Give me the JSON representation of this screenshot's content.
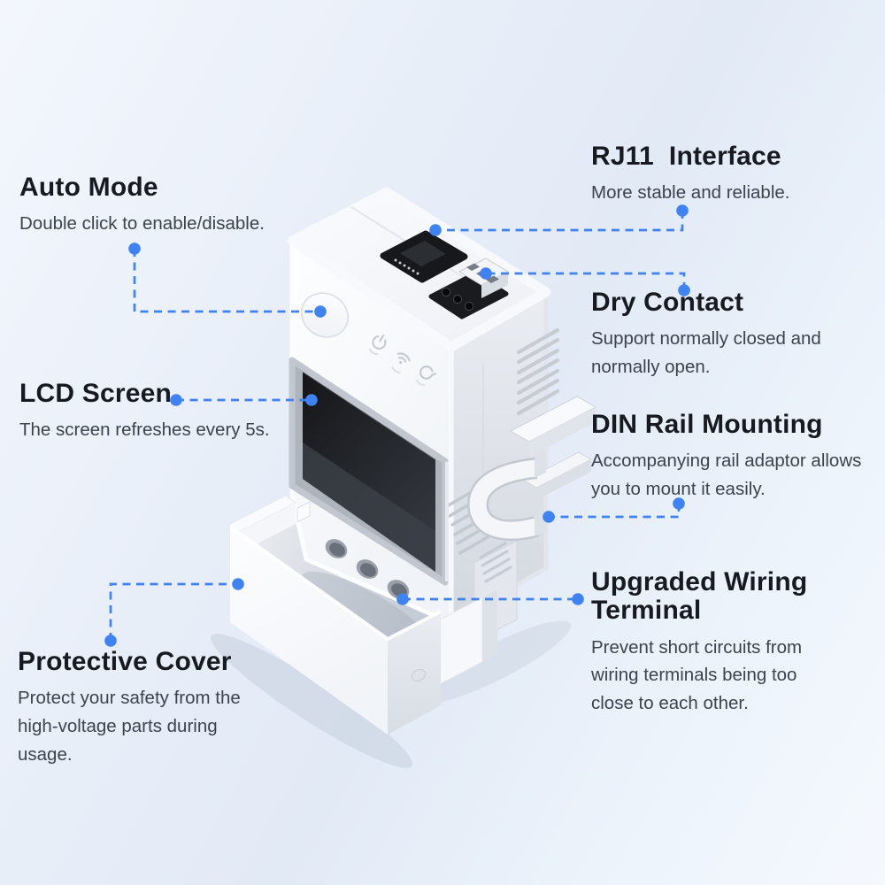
{
  "page": {
    "accent_color": "#3f82f3",
    "title_color": "#171a20",
    "body_text_color": "#3c434d",
    "background_colors": [
      "#f3f7fd",
      "#e2eaf6",
      "#f5f9fe"
    ]
  },
  "callouts": [
    {
      "id": "auto-mode",
      "title": "Auto Mode",
      "description": "Double click to enable/disable."
    },
    {
      "id": "rj11-interface",
      "title": "RJ11  Interface",
      "description": "More stable and reliable."
    },
    {
      "id": "dry-contact",
      "title": "Dry Contact",
      "description": "Support normally closed and\nnormally open."
    },
    {
      "id": "lcd-screen",
      "title": "LCD Screen",
      "description": "The screen refreshes every 5s."
    },
    {
      "id": "din-rail-mounting",
      "title": "DIN Rail Mounting",
      "description": "Accompanying rail adaptor allows\nyou to mount it easily."
    },
    {
      "id": "upgraded-wiring-terminal",
      "title": "Upgraded Wiring\nTerminal",
      "description": "Prevent short circuits from\nwiring terminals being too\nclose to each other."
    },
    {
      "id": "protective-cover",
      "title": "Protective Cover",
      "description": "Protect your safety from the\nhigh-voltage parts during\nusage."
    }
  ],
  "device": {
    "status_icons": [
      "power-icon",
      "wifi-icon",
      "link-icon"
    ],
    "ports": [
      "rj11-port",
      "dry-contact-terminal"
    ],
    "body_color": "#f4f6f9",
    "screen_color": "#1a1d21",
    "connector_dot_color": "#3f82f3"
  }
}
